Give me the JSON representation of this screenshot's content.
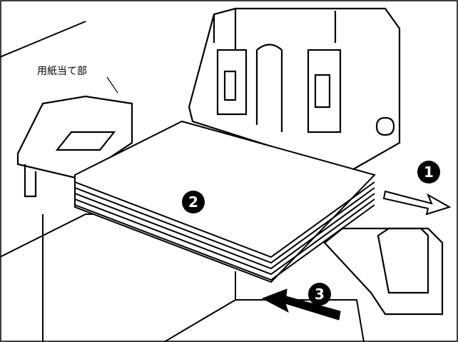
{
  "labels": {
    "paper_stop": "用紙当て部"
  },
  "callouts": {
    "one": "1",
    "two": "2",
    "three": "3"
  },
  "colors": {
    "line": "#000000",
    "fill": "#ffffff",
    "shade": "#e6e6e6"
  }
}
